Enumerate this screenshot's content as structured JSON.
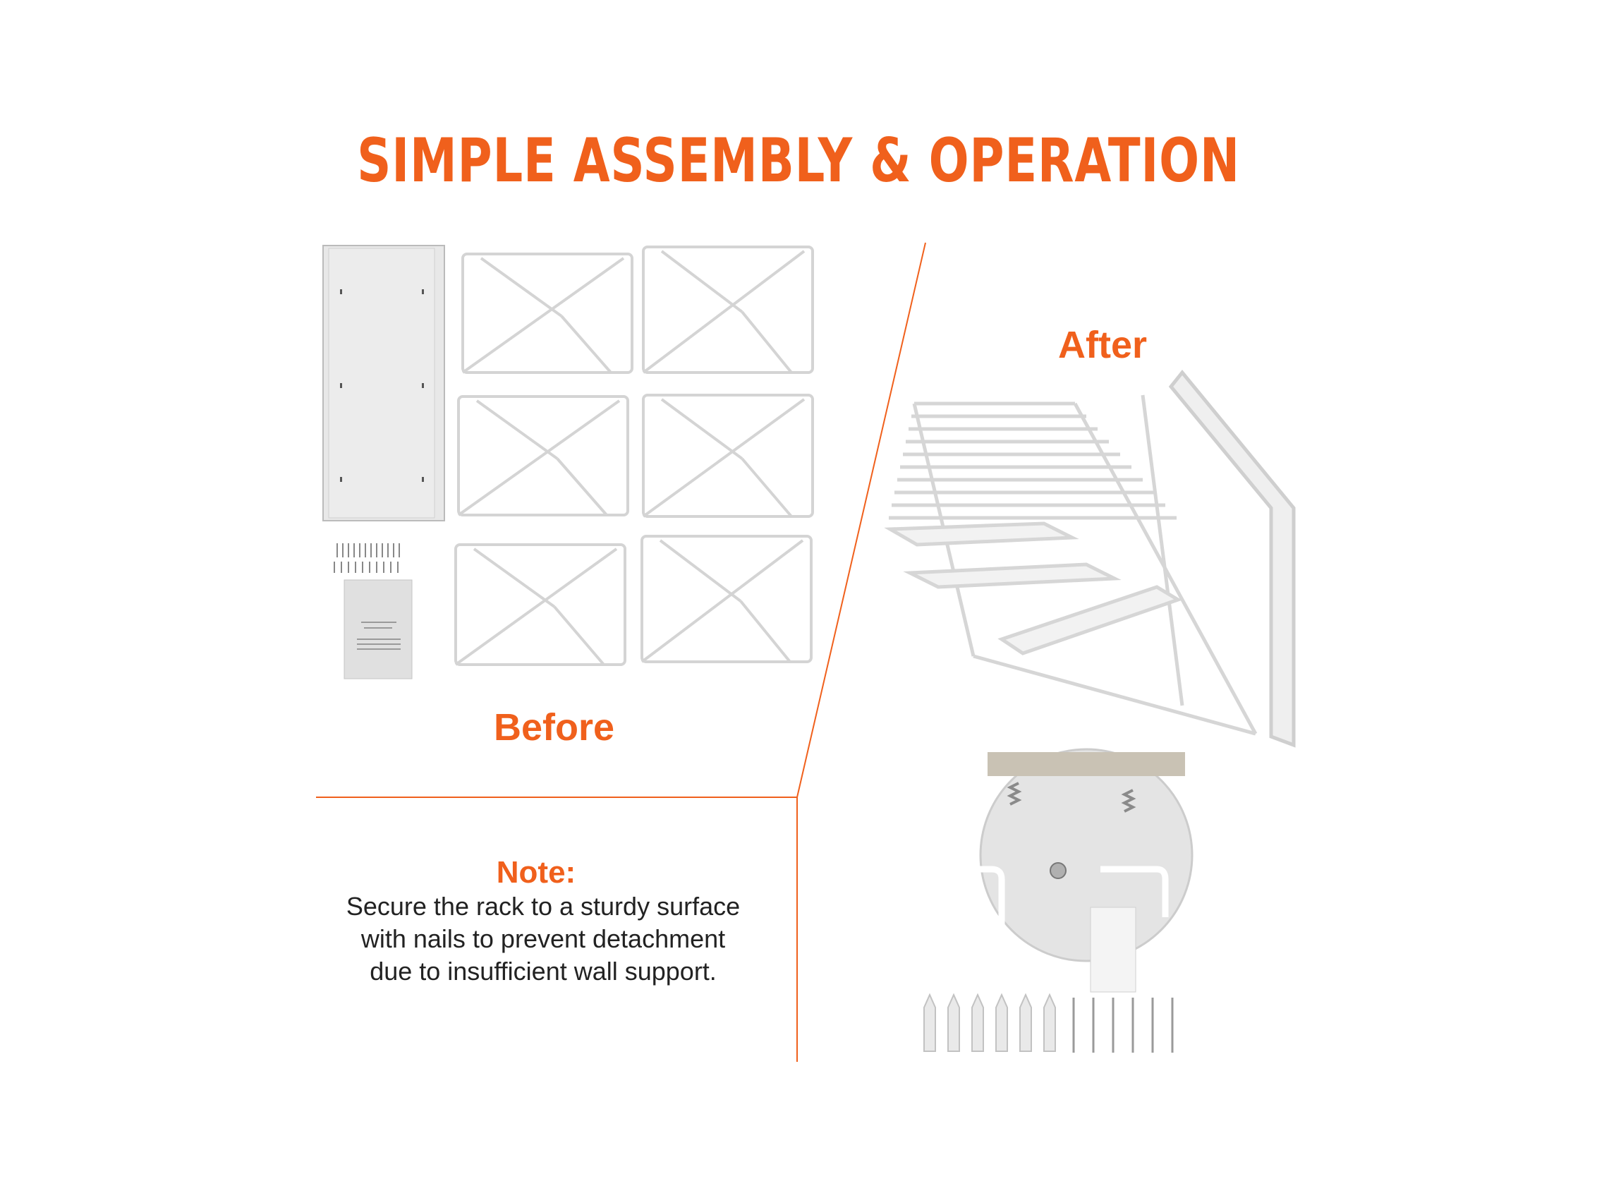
{
  "title": "SIMPLE ASSEMBLY & OPERATION",
  "before_label": "Before",
  "after_label": "After",
  "note": {
    "heading": "Note:",
    "lines": [
      "Secure the rack to a sturdy surface",
      "with nails to prevent detachment",
      " due to insufficient wall support."
    ]
  },
  "colors": {
    "accent": "#f0601c",
    "text": "#222222",
    "panel": "#e6e6e6",
    "wire": "#d8d8d8"
  }
}
